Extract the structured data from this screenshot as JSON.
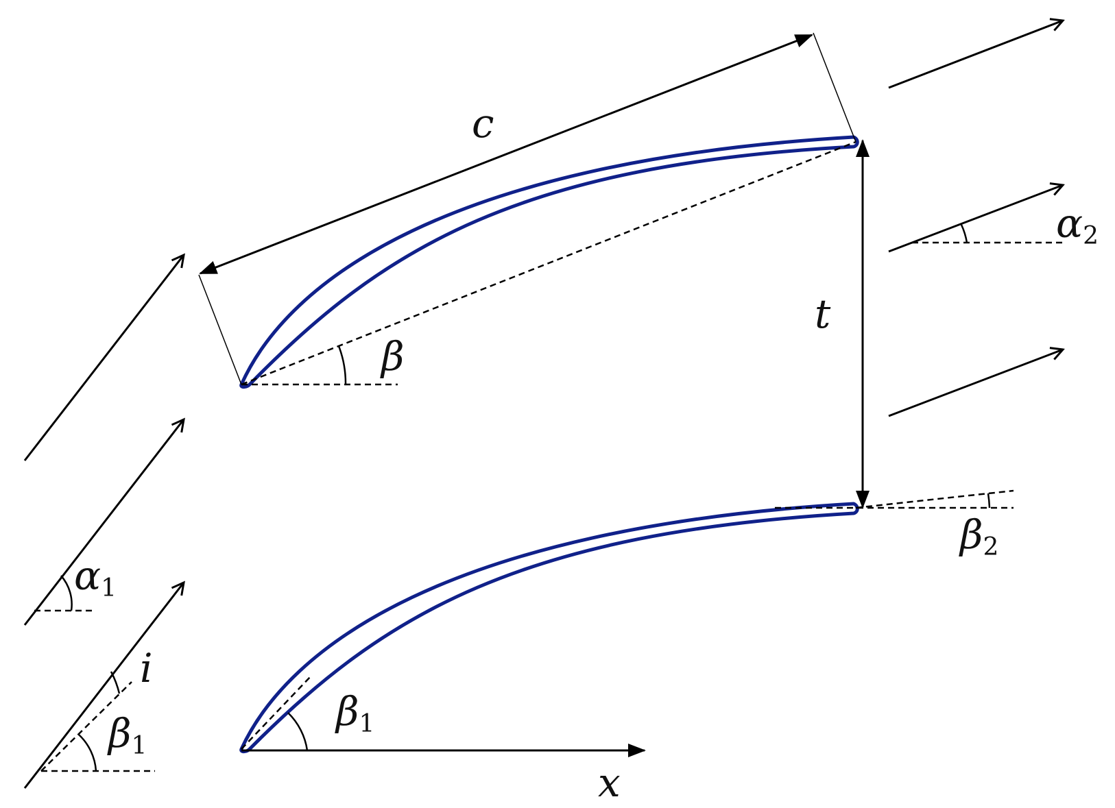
{
  "labels": {
    "chord": "c",
    "pitch": "t",
    "stagger": "β",
    "alpha_in": "α",
    "alpha_in_sub": "1",
    "alpha_out": "α",
    "alpha_out_sub": "2",
    "beta_in_blade": "β",
    "beta_in_blade_sub": "1",
    "beta_in_flow": "β",
    "beta_in_flow_sub": "1",
    "beta_out": "β",
    "beta_out_sub": "2",
    "incidence": "i",
    "axis": "x"
  },
  "colors": {
    "blade": "#10218a",
    "lines": "#000000"
  }
}
